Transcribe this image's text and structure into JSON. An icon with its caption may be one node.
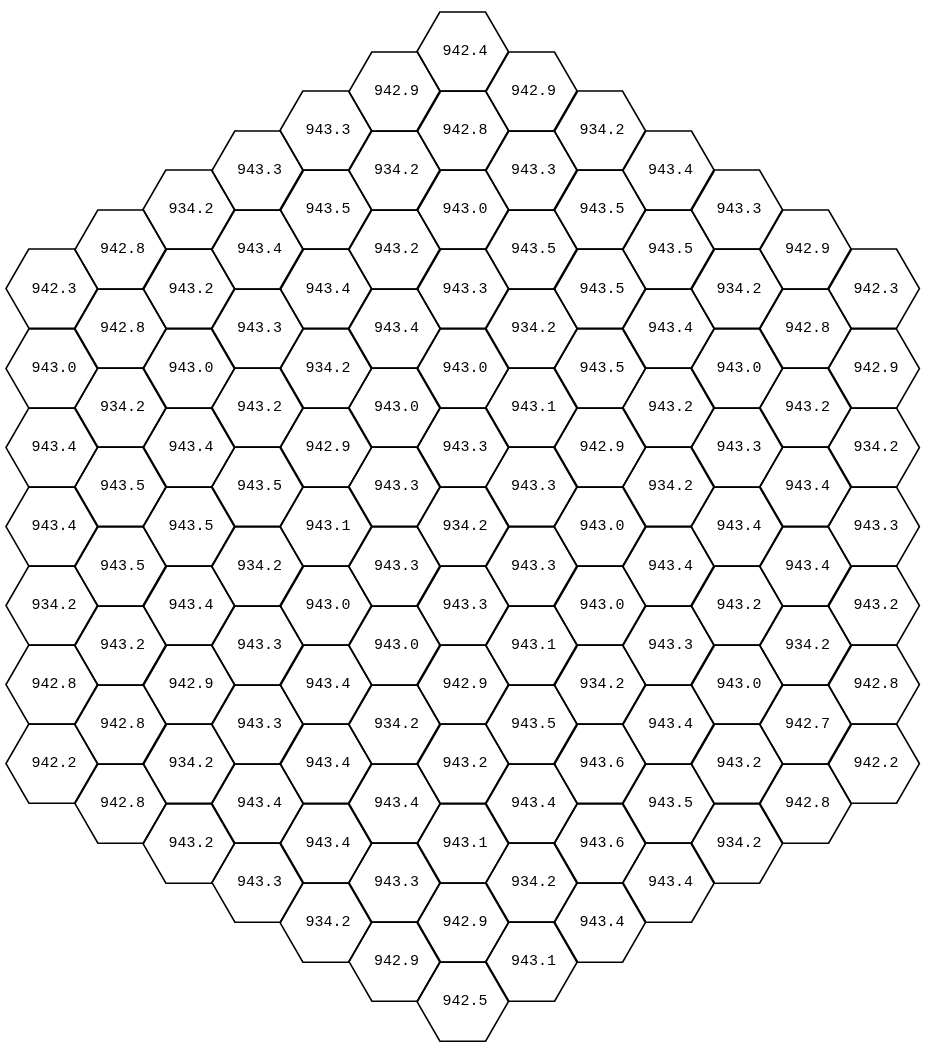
{
  "diagram": {
    "nodes": [
      {
        "text": [
          "942.4"
        ]
      },
      {
        "text": [
          "942.9"
        ]
      },
      {
        "text": [
          "942.9"
        ]
      },
      {
        "text": [
          "943.3"
        ]
      },
      {
        "text": [
          "942.8"
        ]
      },
      {
        "text": [
          "934.2"
        ]
      },
      {
        "text": [
          "943.3"
        ]
      },
      {
        "text": [
          "934.2"
        ]
      },
      {
        "text": [
          "943.3"
        ]
      },
      {
        "text": [
          "943.4"
        ]
      },
      {
        "text": [
          "934.2"
        ]
      },
      {
        "text": [
          "943.5"
        ]
      },
      {
        "text": [
          "943.0"
        ]
      },
      {
        "text": [
          "943.5"
        ]
      },
      {
        "text": [
          "943.3"
        ]
      },
      {
        "text": [
          "942.8"
        ]
      },
      {
        "text": [
          "943.4"
        ]
      },
      {
        "text": [
          "943.2"
        ]
      },
      {
        "text": [
          "943.5"
        ]
      },
      {
        "text": [
          "943.5"
        ]
      },
      {
        "text": [
          "942.9"
        ]
      },
      {
        "text": [
          "942.3"
        ]
      },
      {
        "text": [
          "943.2"
        ]
      },
      {
        "text": [
          "943.4"
        ]
      },
      {
        "text": [
          "943.3"
        ]
      },
      {
        "text": [
          "943.5"
        ]
      },
      {
        "text": [
          "934.2"
        ]
      },
      {
        "text": [
          "942.3"
        ]
      },
      {
        "text": [
          "942.8"
        ]
      },
      {
        "text": [
          "943.3"
        ]
      },
      {
        "text": [
          "943.4"
        ]
      },
      {
        "text": [
          "934.2"
        ]
      },
      {
        "text": [
          "943.4"
        ]
      },
      {
        "text": [
          "942.8"
        ]
      },
      {
        "text": [
          "943.0"
        ]
      },
      {
        "text": [
          "943.0"
        ]
      },
      {
        "text": [
          "934.2"
        ]
      },
      {
        "text": [
          "943.0"
        ]
      },
      {
        "text": [
          "943.5"
        ]
      },
      {
        "text": [
          "943.0"
        ]
      },
      {
        "text": [
          "942.9"
        ]
      },
      {
        "text": [
          "934.2"
        ]
      },
      {
        "text": [
          "943.2"
        ]
      },
      {
        "text": [
          "943.0"
        ]
      },
      {
        "text": [
          "943.1"
        ]
      },
      {
        "text": [
          "943.2"
        ]
      },
      {
        "text": [
          "943.2"
        ]
      },
      {
        "text": [
          "943.4"
        ]
      },
      {
        "text": [
          "943.4"
        ]
      },
      {
        "text": [
          "942.9"
        ]
      },
      {
        "text": [
          "943.3"
        ]
      },
      {
        "text": [
          "942.9"
        ]
      },
      {
        "text": [
          "943.3"
        ]
      },
      {
        "text": [
          "934.2"
        ]
      },
      {
        "text": [
          "943.5"
        ]
      },
      {
        "text": [
          "943.5"
        ]
      },
      {
        "text": [
          "943.3"
        ]
      },
      {
        "text": [
          "943.3"
        ]
      },
      {
        "text": [
          "934.2"
        ]
      },
      {
        "text": [
          "943.4"
        ]
      },
      {
        "text": [
          "943.4"
        ]
      },
      {
        "text": [
          "943.5"
        ]
      },
      {
        "text": [
          "943.1"
        ]
      },
      {
        "text": [
          "934.2"
        ]
      },
      {
        "text": [
          "943.0"
        ]
      },
      {
        "text": [
          "943.4"
        ]
      },
      {
        "text": [
          "943.3"
        ]
      },
      {
        "text": [
          "943.5"
        ]
      },
      {
        "text": [
          "934.2"
        ]
      },
      {
        "text": [
          "943.3"
        ]
      },
      {
        "text": [
          "943.3"
        ]
      },
      {
        "text": [
          "943.4"
        ]
      },
      {
        "text": [
          "943.4"
        ]
      },
      {
        "text": [
          "934.2"
        ]
      },
      {
        "text": [
          "943.4"
        ]
      },
      {
        "text": [
          "943.0"
        ]
      },
      {
        "text": [
          "943.3"
        ]
      },
      {
        "text": [
          "943.0"
        ]
      },
      {
        "text": [
          "943.2"
        ]
      },
      {
        "text": [
          "943.2"
        ]
      },
      {
        "text": [
          "943.2"
        ]
      },
      {
        "text": [
          "943.3"
        ]
      },
      {
        "text": [
          "943.0"
        ]
      },
      {
        "text": [
          "943.1"
        ]
      },
      {
        "text": [
          "943.3"
        ]
      },
      {
        "text": [
          "934.2"
        ]
      },
      {
        "text": [
          "942.8"
        ]
      },
      {
        "text": [
          "942.9"
        ]
      },
      {
        "text": [
          "943.4"
        ]
      },
      {
        "text": [
          "942.9"
        ]
      },
      {
        "text": [
          "934.2"
        ]
      },
      {
        "text": [
          "943.0"
        ]
      },
      {
        "text": [
          "942.8"
        ]
      },
      {
        "text": [
          "942.8"
        ]
      },
      {
        "text": [
          "943.3"
        ]
      },
      {
        "text": [
          "934.2"
        ]
      },
      {
        "text": [
          "943.5"
        ]
      },
      {
        "text": [
          "943.4"
        ]
      },
      {
        "text": [
          "942.7"
        ]
      },
      {
        "text": [
          "942.2"
        ]
      },
      {
        "text": [
          "934.2"
        ]
      },
      {
        "text": [
          "943.4"
        ]
      },
      {
        "text": [
          "943.2"
        ]
      },
      {
        "text": [
          "943.6"
        ]
      },
      {
        "text": [
          "943.2"
        ]
      },
      {
        "text": [
          "942.2"
        ]
      },
      {
        "text": [
          "942.8"
        ]
      },
      {
        "text": [
          "943.4"
        ]
      },
      {
        "text": [
          "943.4"
        ]
      },
      {
        "text": [
          "943.4"
        ]
      },
      {
        "text": [
          "943.5"
        ]
      },
      {
        "text": [
          "942.8"
        ]
      },
      {
        "text": [
          "943.2"
        ]
      },
      {
        "text": [
          "943.4"
        ]
      },
      {
        "text": [
          "943.1"
        ]
      },
      {
        "text": [
          "943.6"
        ]
      },
      {
        "text": [
          "934.2"
        ]
      },
      {
        "text": [
          "943.3"
        ]
      },
      {
        "text": [
          "943.3"
        ]
      },
      {
        "text": [
          "934.2"
        ]
      },
      {
        "text": [
          "943.4"
        ]
      },
      {
        "text": [
          "934.2"
        ]
      },
      {
        "text": [
          "942.9"
        ]
      },
      {
        "text": [
          "943.4"
        ]
      },
      {
        "text": [
          "942.9"
        ]
      },
      {
        "text": [
          "943.1"
        ]
      },
      {
        "text": [
          "942.5"
        ]
      }
    ]
  }
}
